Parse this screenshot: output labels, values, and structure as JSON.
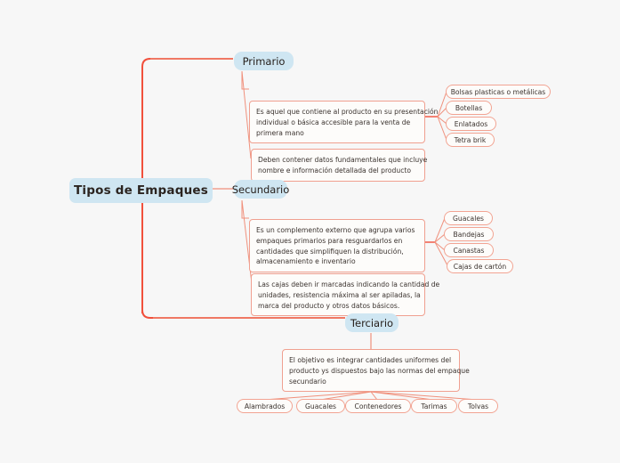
{
  "diagram": {
    "type": "mind-map",
    "background_color": "#f7f7f7",
    "root": {
      "label": "Tipos de Empaques"
    },
    "colors": {
      "node_fill": "#cfe6f2",
      "box_border": "#f0a090",
      "box_fill": "#fdfcfa",
      "trunk_line": "#f1503c",
      "branch_line": "#f0907c",
      "text": "#3a322e"
    },
    "branches": [
      {
        "id": "primario",
        "label": "Primario",
        "descriptions": [
          {
            "id": "primario-desc-1",
            "lines": [
              "Es aquel que contiene al producto en su presentación",
              "individual o básica accesible para la venta de",
              "primera mano"
            ],
            "leaves": [
              "Bolsas plasticas o metálicas",
              "Botellas",
              "Enlatados",
              "Tetra brik"
            ]
          },
          {
            "id": "primario-desc-2",
            "lines": [
              "Deben contener datos fundamentales que incluye",
              "nombre e información detallada del producto"
            ],
            "leaves": []
          }
        ]
      },
      {
        "id": "secundario",
        "label": "Secundario",
        "descriptions": [
          {
            "id": "secundario-desc-1",
            "lines": [
              "Es un complemento externo que agrupa varios",
              "empaques primarios para resguardarlos en",
              "cantidades que simplifiquen la distribución,",
              "almacenamiento e inventario"
            ],
            "leaves": [
              "Guacales",
              "Bandejas",
              "Canastas",
              "Cajas de cartón"
            ]
          },
          {
            "id": "secundario-desc-2",
            "lines": [
              "Las cajas deben ir marcadas indicando la cantidad de",
              "unidades, resistencia máxima al ser apiladas, la",
              "marca del producto y otros datos básicos."
            ],
            "leaves": []
          }
        ]
      },
      {
        "id": "terciario",
        "label": "Terciario",
        "descriptions": [
          {
            "id": "terciario-desc-1",
            "lines": [
              "El objetivo es integrar cantidades uniformes del",
              "producto ys dispuestos bajo las normas del empaque",
              "secundario"
            ],
            "leaves": [
              "Alambrados",
              "Guacales",
              "Contenedores",
              "Tarimas",
              "Tolvas"
            ]
          }
        ]
      }
    ]
  }
}
